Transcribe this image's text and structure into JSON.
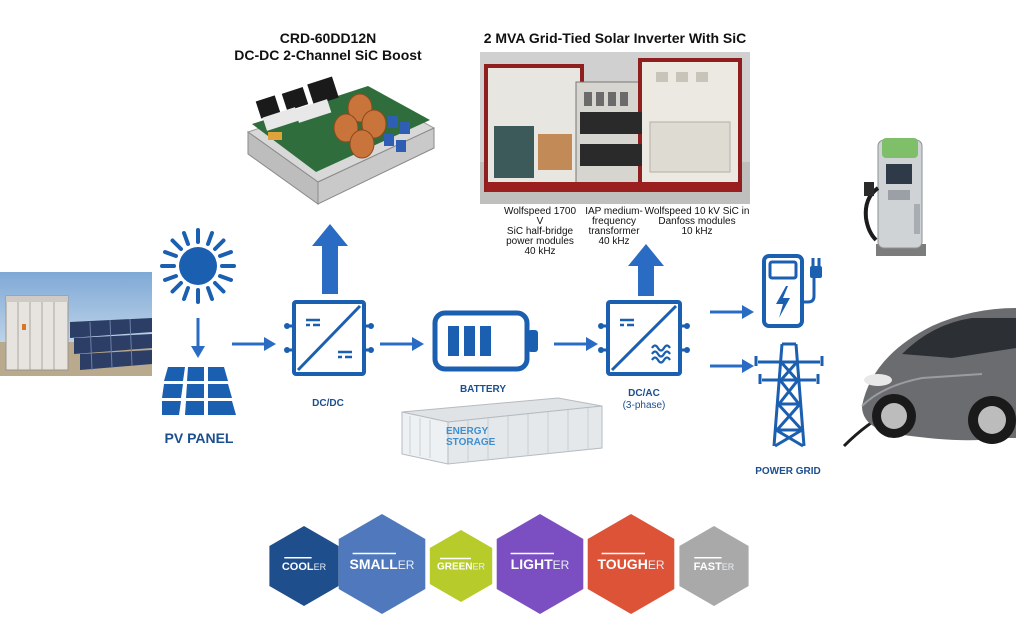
{
  "titles": {
    "boost_line1": "CRD-60DD12N",
    "boost_line2": "DC-DC 2-Channel SiC Boost",
    "inverter": "2 MVA Grid-Tied Solar Inverter With SiC"
  },
  "inverter_captions": {
    "module1": [
      "Wolfspeed 1700 V",
      "SiC half-bridge",
      "power modules",
      "40 kHz"
    ],
    "transformer": [
      "IAP medium-",
      "frequency",
      "transformer",
      "40 kHz"
    ],
    "module2": [
      "Wolfspeed 10 kV SiC in",
      "Danfoss modules",
      "10 kHz"
    ]
  },
  "nodes": {
    "pv_panel": "PV PANEL",
    "dcdc": "DC/DC",
    "battery": "BATTERY",
    "dcac": "DC/AC",
    "dcac_sub": "(3-phase)",
    "power_grid": "POWER GRID"
  },
  "energy_storage": {
    "line1": "ENERGY",
    "line2": "STORAGE"
  },
  "benefits": [
    {
      "bold": "COOL",
      "suffix": "ER",
      "color": "#1f4e8c"
    },
    {
      "bold": "SMALL",
      "suffix": "ER",
      "color": "#4f78bd"
    },
    {
      "bold": "GREEN",
      "suffix": "ER",
      "color": "#b7cc2a"
    },
    {
      "bold": "LIGHT",
      "suffix": "ER",
      "color": "#7b4fc2"
    },
    {
      "bold": "TOUGH",
      "suffix": "ER",
      "color": "#dd5338"
    },
    {
      "bold": "FAST",
      "suffix": "ER",
      "color": "#a9a9a9"
    }
  ],
  "colors": {
    "flow_blue": "#2a6cc4",
    "icon_blue": "#1b5fb0"
  }
}
